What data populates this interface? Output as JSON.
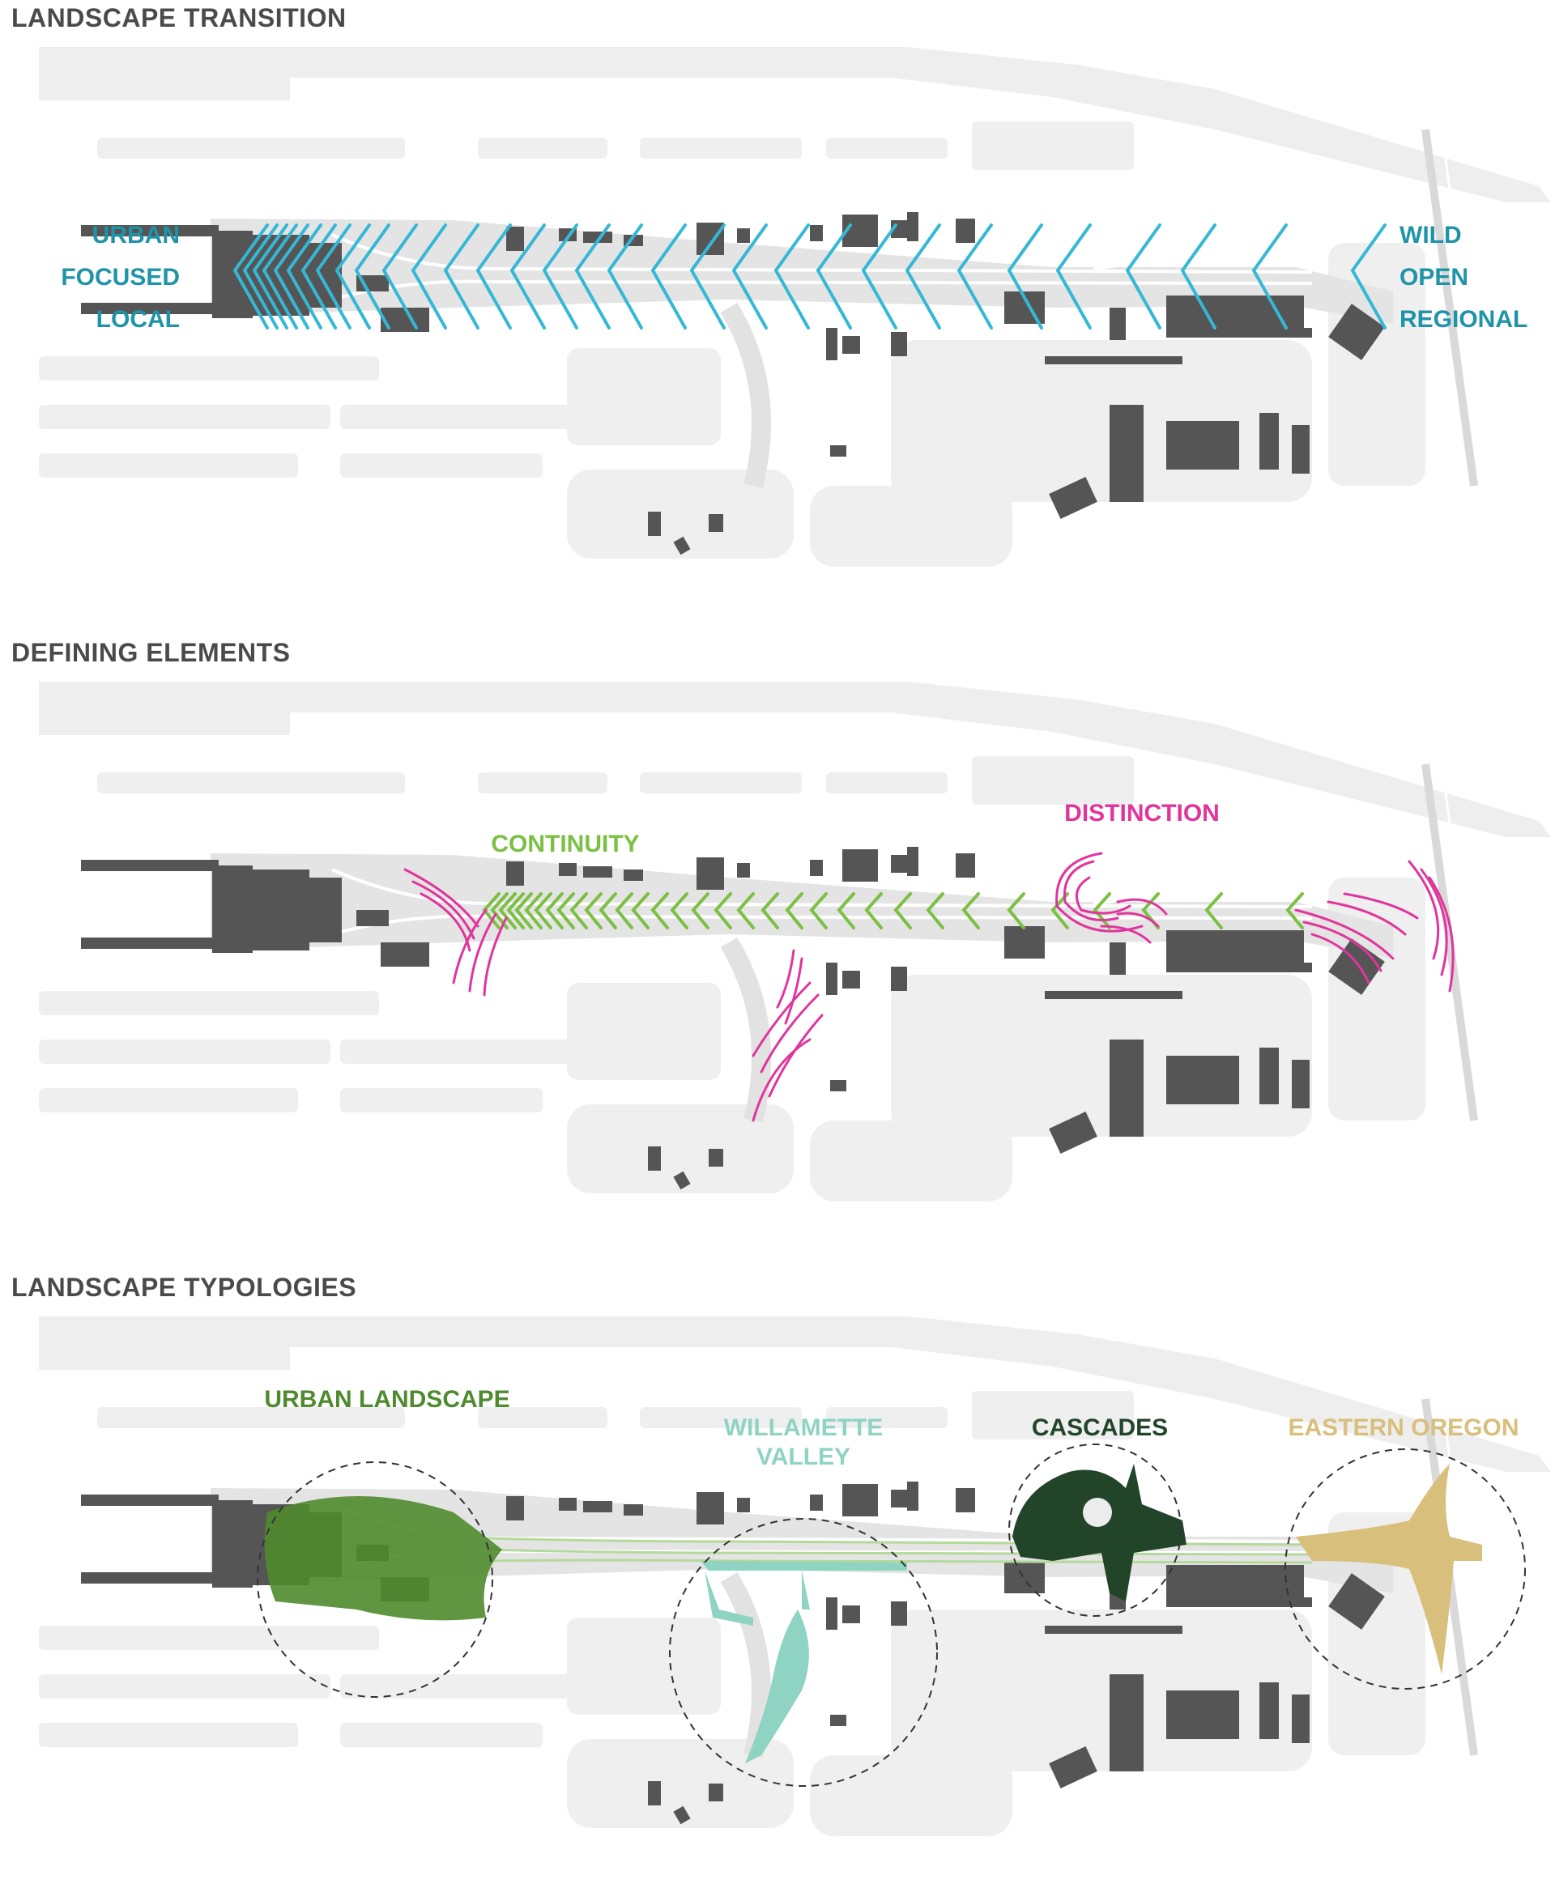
{
  "colors": {
    "background_map": "#ececec",
    "building": "#555555",
    "transition_chevron": "#34b8d6",
    "transition_text": "#1f93a8",
    "continuity": "#7bc043",
    "distinction": "#e0359c",
    "urban_landscape": "#4f8a2e",
    "willamette_valley": "#8fd3c3",
    "cascades": "#22452a",
    "eastern_oregon": "#d8bf7c"
  },
  "panels": [
    {
      "title": "LANDSCAPE TRANSITION",
      "left_labels": [
        "URBAN",
        "FOCUSED",
        "LOCAL"
      ],
      "right_labels": [
        "WILD",
        "OPEN",
        "REGIONAL"
      ]
    },
    {
      "title": "DEFINING ELEMENTS",
      "continuity_label": "CONTINUITY",
      "distinction_label": "DISTINCTION"
    },
    {
      "title": "LANDSCAPE TYPOLOGIES",
      "typologies": [
        {
          "lines": [
            "URBAN LANDSCAPE"
          ],
          "color": "#4f8a2e"
        },
        {
          "lines": [
            "WILLAMETTE",
            "VALLEY"
          ],
          "color": "#8fd3c3"
        },
        {
          "lines": [
            "CASCADES"
          ],
          "color": "#22452a"
        },
        {
          "lines": [
            "EASTERN OREGON"
          ],
          "color": "#d8bf7c"
        }
      ]
    }
  ]
}
